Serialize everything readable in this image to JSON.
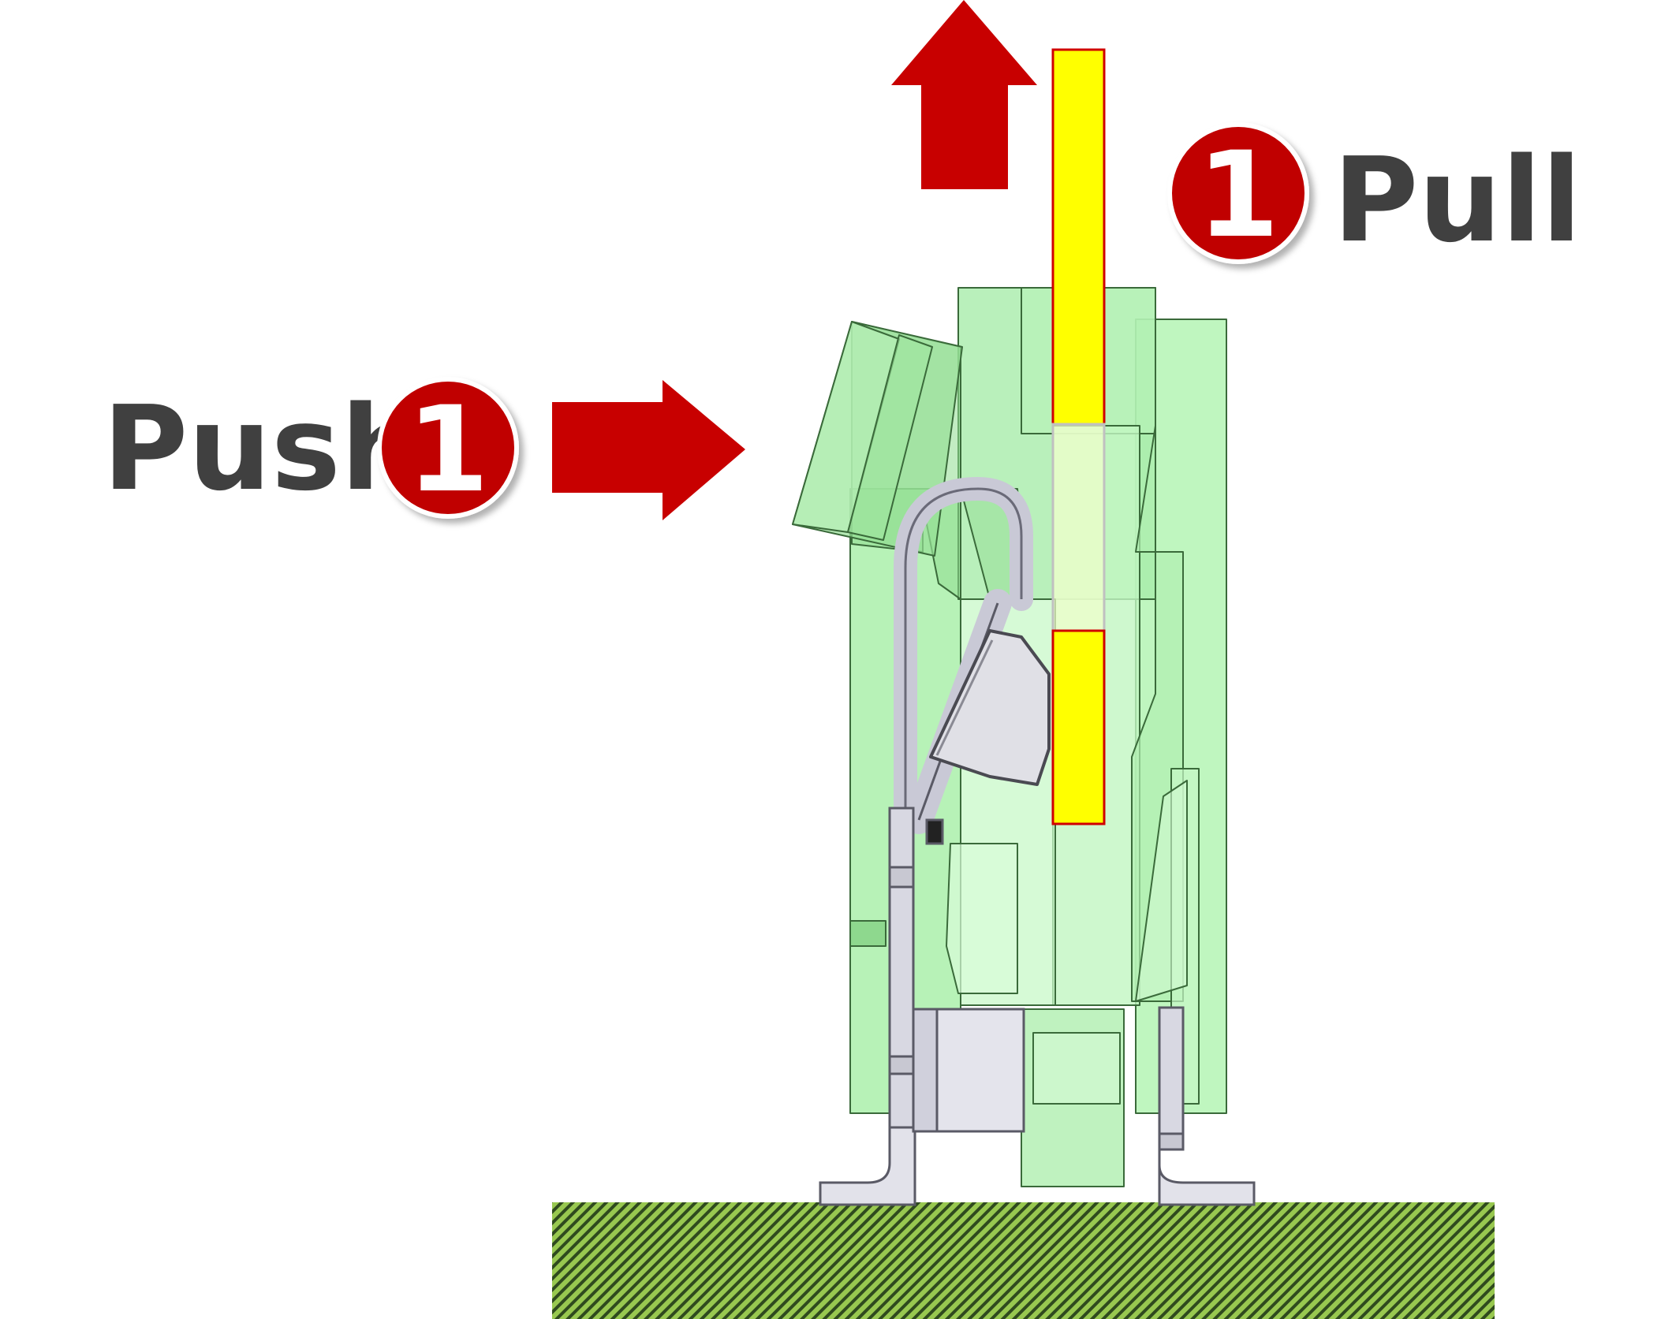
{
  "labels": {
    "push": "Push",
    "pull": "Pull",
    "push_step": "1",
    "pull_step": "1"
  },
  "colors": {
    "arrow": "#c80000",
    "badge": "#c00000",
    "label": "#404040",
    "housing": "#a8f0a8",
    "housing_stroke": "#3a6a3a",
    "lever": "#86d886",
    "card": "#ffff00",
    "card_stroke": "#d00000",
    "contact": "#dcdce2",
    "pcb": "#7aa83a"
  },
  "icons": {
    "push_arrow": "arrow-right-icon",
    "pull_arrow": "arrow-up-icon"
  }
}
